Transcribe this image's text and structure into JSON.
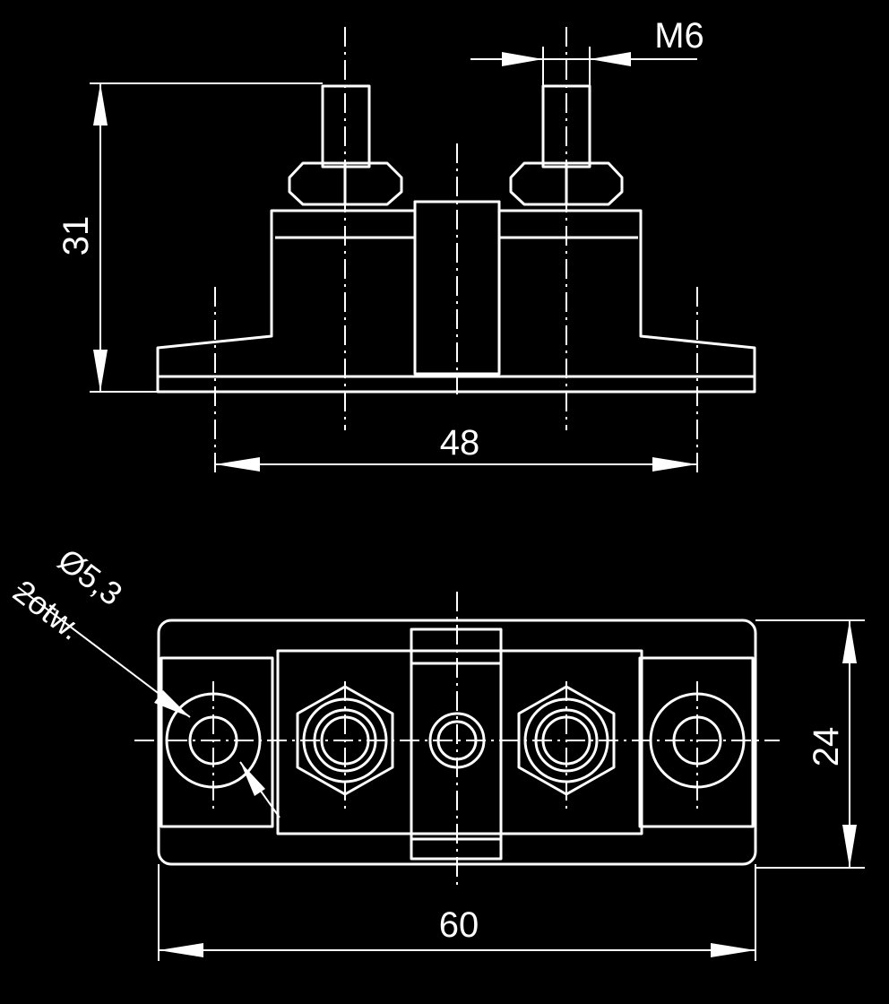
{
  "dimensions": {
    "thread": "M6",
    "height": "31",
    "mount_spacing": "48",
    "hole_diameter": "Ø5,3",
    "hole_count": "2otw.",
    "width": "24",
    "length": "60"
  }
}
